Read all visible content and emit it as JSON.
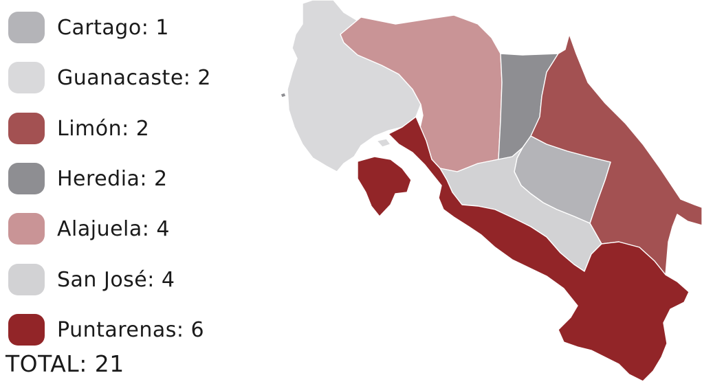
{
  "legend": {
    "items": [
      {
        "label": "Cartago: 1",
        "province": "cartago",
        "color": "#b4b4b8"
      },
      {
        "label": "Guanacaste: 2",
        "province": "guanacaste",
        "color": "#d9d9db"
      },
      {
        "label": "Limón: 2",
        "province": "limon",
        "color": "#a35152"
      },
      {
        "label": "Heredia: 2",
        "province": "heredia",
        "color": "#8e8e92"
      },
      {
        "label": "Alajuela: 4",
        "province": "alajuela",
        "color": "#c99496"
      },
      {
        "label": "San José: 4",
        "province": "san-jose",
        "color": "#d2d2d4"
      },
      {
        "label": "Puntarenas: 6",
        "province": "puntarenas",
        "color": "#922528"
      }
    ],
    "total": "TOTAL: 21"
  },
  "map": {
    "provinces": [
      {
        "id": "cartago",
        "count": 1,
        "color": "#b4b4b8"
      },
      {
        "id": "guanacaste",
        "count": 2,
        "color": "#d9d9db"
      },
      {
        "id": "limon",
        "count": 2,
        "color": "#a35152"
      },
      {
        "id": "heredia",
        "count": 2,
        "color": "#8e8e92"
      },
      {
        "id": "alajuela",
        "count": 4,
        "color": "#c99496"
      },
      {
        "id": "san-jose",
        "count": 4,
        "color": "#d2d2d4"
      },
      {
        "id": "puntarenas",
        "count": 6,
        "color": "#922528"
      }
    ],
    "total_count": 21
  }
}
